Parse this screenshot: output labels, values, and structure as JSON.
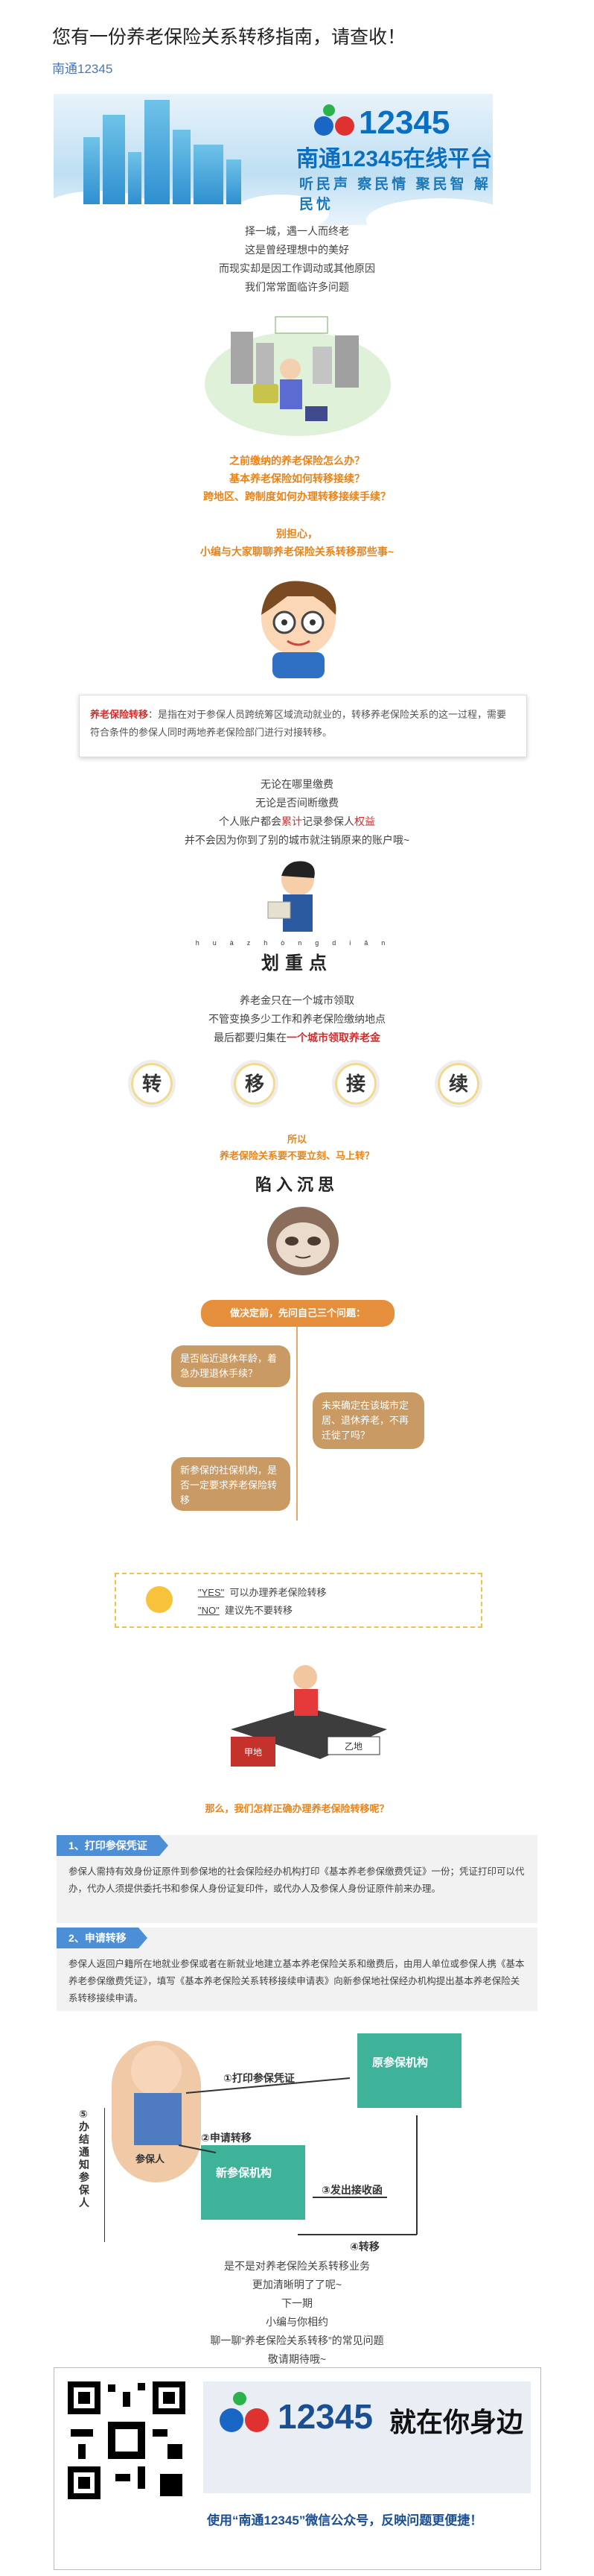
{
  "article": {
    "title": "您有一份养老保险关系转移指南，请查收！",
    "account": "南通12345"
  },
  "banner": {
    "brand_number": "12345",
    "platform": "南通12345在线平台",
    "tags": [
      "听民声",
      "察民情",
      "聚民智",
      "解民忧"
    ]
  },
  "intro_lines": [
    "择一城，遇一人而终老",
    "这是曾经理想中的美好",
    "而现实却是因工作调动或其他原因",
    "我们常常面临许多问题"
  ],
  "questions": [
    "之前缴纳的养老保险怎么办？",
    "基本养老保险如何转移接续？",
    "跨地区、跨制度如何办理转移接续手续？"
  ],
  "dont_worry": [
    "别担心，",
    "小编与大家聊聊养老保险关系转移那些事~"
  ],
  "definition": {
    "term": "养老保险转移",
    "text": "：是指在对于参保人员跨统筹区域流动就业的，转移养老保险关系的这一过程，需要符合条件的参保人同时两地养老保险部门进行对接转移。"
  },
  "facts": {
    "line1": "无论在哪里缴费",
    "line2": "无论是否间断缴费",
    "line3_prefix": "个人账户都会",
    "line3_red1": "累计",
    "line3_mid": "记录参保人",
    "line3_red2": "权益",
    "line4": "并不会因为你到了别的城市就注销原来的账户哦~"
  },
  "keypoint": {
    "pinyin": [
      "huà",
      "zhòng",
      "diǎn"
    ],
    "chars": "划重点"
  },
  "pension_lines": {
    "line1": "养老金只在一个城市领取",
    "line2": "不管变换多少工作和养老保险缴纳地点",
    "line3_prefix": "最后都要归集在",
    "line3_red": "一个城市领取养老金"
  },
  "four_chars": [
    "转",
    "移",
    "接",
    "续"
  ],
  "so_question": [
    "所以",
    "养老保险关系要不要立刻、马上转？"
  ],
  "deep_thought": "陷入沉思",
  "decision": {
    "header": "做决定前，先问自己三个问题：",
    "q1": "是否临近退休年龄，着急办理退休手续？",
    "q2": "未来确定在该城市定居、退休养老，不再迁徙了吗？",
    "q3": "新参保的社保机构，是否一定要求养老保险转移"
  },
  "yes_no": {
    "yes_key": "\"YES\"",
    "yes_text": "可以办理养老保险转移",
    "no_key": "\"NO\"",
    "no_text": "建议先不要转移"
  },
  "race": {
    "a": "甲地",
    "b": "乙地"
  },
  "how_question": "那么，我们怎样正确办理养老保险转移呢？",
  "section1": {
    "tag": "1、打印参保凭证",
    "text": "参保人需持有效身份证原件到参保地的社会保险经办机构打印《基本养老参保缴费凭证》一份；凭证打印可以代办，代办人须提供委托书和参保人身份证复印件，或代办人及参保人身份证原件前来办理。"
  },
  "section2": {
    "tag": "2、申请转移",
    "text": "参保人返回户籍所在地就业参保或者在新就业地建立基本养老保险关系和缴费后，由用人单位或参保人携《基本养老参保缴费凭证》，填写《基本养老保险关系转移接续申请表》向新参保地社保经办机构提出基本养老保险关系转移接续申请。"
  },
  "flow": {
    "old_org": "原参保机构",
    "new_org": "新参保机构",
    "person": "参保人",
    "step1": "①打印参保凭证",
    "step2": "②申请转移",
    "step3": "③发出接收函",
    "step4": "④转移",
    "step5": "⑤办结通知参保人"
  },
  "outro_lines": [
    "是不是对养老保险关系转移业务",
    "更加清晰明了了呢~",
    "下一期",
    "小编与你相约",
    "聊一聊“养老保险关系转移”的常见问题",
    "敬请期待哦~"
  ],
  "footer": {
    "number": "12345",
    "slogan": "就在你身边",
    "bottom": "使用“南通12345”微信公众号，反映问题更便捷！"
  }
}
